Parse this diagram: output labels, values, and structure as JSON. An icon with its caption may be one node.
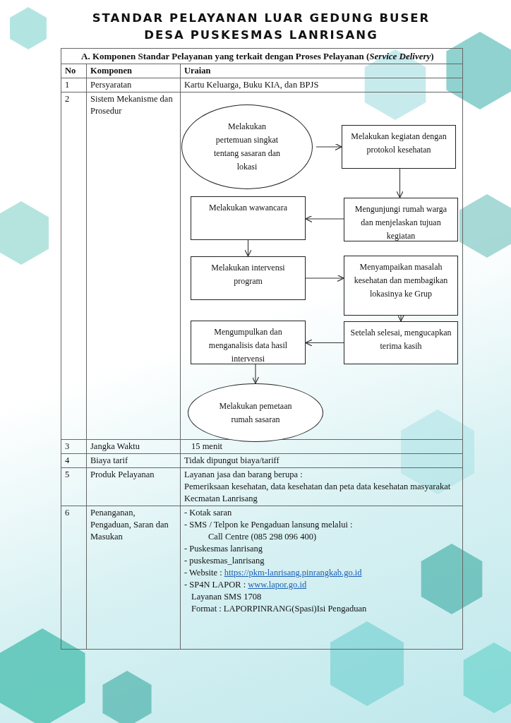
{
  "diagram": {
    "title": "STANDAR PELAYANAN LUAR GEDUNG BUSER DESA PUSKESMAS LANRISANG",
    "nodes": [
      {
        "text": [
          "Melakukan pertemuan singkat tentang sasaran dan lokasi"
        ]
      },
      {
        "text": [
          "Melakukan kegiatan dengan protokol kesehatan"
        ]
      },
      {
        "text": [
          "Melakukan wawancara"
        ]
      },
      {
        "text": [
          "Mengunjungi rumah warga dan menjelaskan tujuan kegiatan"
        ]
      },
      {
        "text": [
          "Melakukan intervensi program"
        ]
      },
      {
        "text": [
          "Menyampaikan masalah kesehatan dan membagikan lokasinya ke Grup"
        ]
      },
      {
        "text": [
          "Mengumpulkan dan menganalisis data hasil intervensi"
        ]
      },
      {
        "text": [
          "Setelah selesai, mengucapkan terima kasih"
        ]
      },
      {
        "text": [
          "Melakukan pemetaan rumah sasaran"
        ]
      }
    ],
    "edges": [
      {
        "from": 0,
        "to": 1,
        "arrow": "to"
      },
      {
        "from": 1,
        "to": 3,
        "arrow": "to"
      },
      {
        "from": 3,
        "to": 2,
        "arrow": "to"
      },
      {
        "from": 2,
        "to": 4,
        "arrow": "to"
      },
      {
        "from": 4,
        "to": 5,
        "arrow": "to"
      },
      {
        "from": 5,
        "to": 7,
        "arrow": "to"
      },
      {
        "from": 7,
        "to": 6,
        "arrow": "to"
      },
      {
        "from": 6,
        "to": 8,
        "arrow": "to"
      }
    ],
    "labels": [
      "A. Komponen Standar Pelayanan yang terkait dengan Proses Pelayanan (*Service Delivery*)",
      "No",
      "Komponen",
      "Uraian",
      "1",
      "Persyaratan",
      "Kartu Keluarga, Buku KIA, dan BPJS",
      "2",
      "Sistem Mekanisme dan Prosedur",
      "3",
      "Jangka Waktu",
      "15 menit",
      "4",
      "Biaya tarif",
      "Tidak dipungut biaya/tariff",
      "5",
      "Produk Pelayanan",
      "Layanan jasa dan barang berupa :",
      "Pemeriksaan kesehatan, data kesehatan dan peta data kesehatan masyarakat Kecmatan Lanrisang",
      "6",
      "Penanganan, Pengaduan, Saran dan Masukan",
      "- Kotak saran",
      "- SMS / Telpon ke Pengaduan lansung melalui :",
      "Call Centre (085 298 096 400)",
      "- Puskesmas lanrisang",
      "- puskesmas_lanrisang",
      "- Website :",
      "https://pkm-lanrisang.pinrangkab.go.id",
      "- SP4N LAPOR :",
      "www.lapor.go.id",
      "Layanan SMS 1708",
      "Format : LAPORPINRANG(Spasi)Isi Pengaduan"
    ]
  }
}
